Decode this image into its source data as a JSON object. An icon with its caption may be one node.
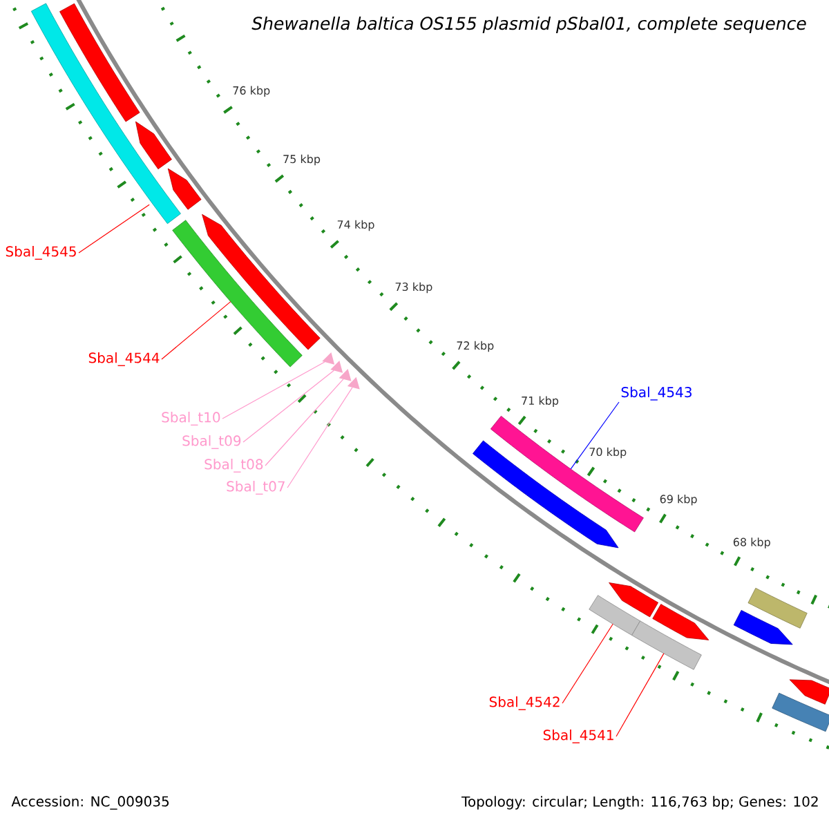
{
  "diagram": {
    "title": "Shewanella baltica OS155 plasmid pSbal01, complete sequence",
    "nodes": [
      {
        "text": [
          "Sbal_4545"
        ]
      },
      {
        "text": [],
        "shape": "bar"
      },
      {
        "text": [
          "Sbal_4544"
        ]
      },
      {
        "text": [],
        "shape": "bar"
      },
      {
        "text": [
          "Sbal_t10"
        ]
      },
      {
        "text": [
          "Sbal_t09"
        ]
      },
      {
        "text": [
          "Sbal_t08"
        ]
      },
      {
        "text": [
          "Sbal_t07"
        ]
      },
      {
        "text": [],
        "shape": "triangle"
      },
      {
        "text": [],
        "shape": "triangle"
      },
      {
        "text": [],
        "shape": "triangle"
      },
      {
        "text": [],
        "shape": "triangle"
      },
      {
        "text": [
          "Sbal_4543"
        ]
      },
      {
        "text": [],
        "shape": "bar"
      },
      {
        "text": [
          "Sbal_4542"
        ]
      },
      {
        "text": [],
        "shape": "bar"
      },
      {
        "text": [
          "Sbal_4541"
        ]
      },
      {
        "text": [],
        "shape": "bar"
      }
    ],
    "edges": [
      {
        "from": 0,
        "to": 1,
        "arrow": "none"
      },
      {
        "from": 2,
        "to": 3,
        "arrow": "none"
      },
      {
        "from": 4,
        "to": 8,
        "arrow": "none",
        "color": "#ff99cc"
      },
      {
        "from": 5,
        "to": 9,
        "arrow": "none",
        "color": "#ff99cc"
      },
      {
        "from": 6,
        "to": 10,
        "arrow": "none",
        "color": "#ff99cc"
      },
      {
        "from": 7,
        "to": 11,
        "arrow": "none",
        "color": "#ff99cc"
      },
      {
        "from": 12,
        "to": 13,
        "arrow": "none",
        "color": "#0000ff"
      },
      {
        "from": 14,
        "to": 15,
        "arrow": "none"
      },
      {
        "from": 16,
        "to": 17,
        "arrow": "none"
      }
    ],
    "labels": [
      "76 kbp",
      "75 kbp",
      "74 kbp",
      "73 kbp",
      "72 kbp",
      "71 kbp",
      "70 kbp",
      "69 kbp",
      "68 kbp",
      "Accession: NC_009035",
      "Topology: circular; Length: 116,763 bp; Genes: 102"
    ]
  }
}
